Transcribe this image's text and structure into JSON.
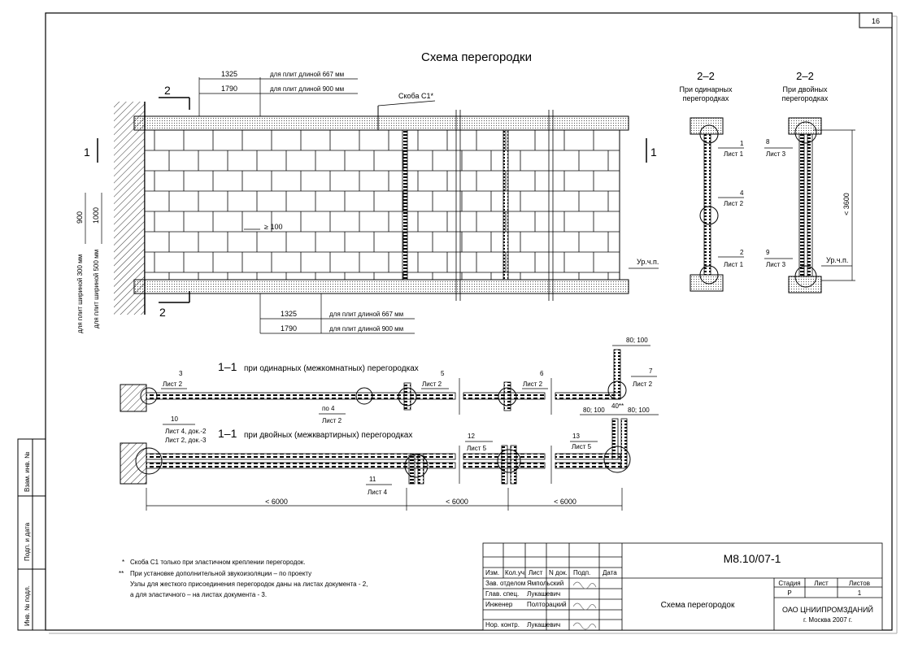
{
  "sheet_number": "16",
  "title": "Схема перегородки",
  "top_dims": {
    "d1": "1325",
    "d1_note": "для плит длиной 667 мм",
    "d2": "1790",
    "d2_note": "для плит длиной 900 мм"
  },
  "bottom_dims": {
    "d1": "1325",
    "d1_note": "для плит длиной 667 мм",
    "d2": "1790",
    "d2_note": "для плит длиной 900 мм"
  },
  "bracket_label": "Скоба С1*",
  "section_mark_2": "2",
  "section_mark_1": "1",
  "vertical_dims": {
    "v900": "900",
    "v1000": "1000",
    "note_300": "для плит шириной 300 мм",
    "note_500": "для плит шириной 500 мм"
  },
  "min_dim": "≥ 100",
  "floor_level": "Ур.ч.п.",
  "section_single": {
    "title": "2–2",
    "subtitle1": "При одинарных",
    "subtitle2": "перегородках",
    "c1": "1",
    "c1_sheet": "Лист 1",
    "c4": "4",
    "c4_sheet": "Лист 2",
    "c2": "2",
    "c2_sheet": "Лист 1"
  },
  "section_double": {
    "title": "2–2",
    "subtitle1": "При двойных",
    "subtitle2": "перегородках",
    "c8": "8",
    "c8_sheet": "Лист 3",
    "c9": "9",
    "c9_sheet": "Лист 3",
    "height_dim": "< 3600"
  },
  "plan_single": {
    "label": "1–1",
    "text": "при одинарных (межкомнатных) перегородках",
    "c3": "3",
    "c3_sheet": "Лист 2",
    "c5": "5",
    "c5_sheet": "Лист 2",
    "c6": "6",
    "c6_sheet": "Лист 2",
    "c7": "7",
    "c7_sheet": "Лист 2",
    "po4": "по 4",
    "po4_sheet": "Лист 2",
    "dim_80": "80; 100"
  },
  "plan_double": {
    "label": "1–1",
    "text": "при двойных (межквартирных) перегородках",
    "c10": "10",
    "c10_sheet1": "Лист 4, док.-2",
    "c10_sheet2": "Лист 2, док.-3",
    "c11": "11",
    "c11_sheet": "Лист 4",
    "c12": "12",
    "c12_sheet": "Лист 5",
    "c13": "13",
    "c13_sheet": "Лист 5",
    "dim_a": "80; 100",
    "dim_b": "40**",
    "dim_c": "80; 100",
    "span1": "< 6000",
    "span2": "< 6000",
    "span3": "< 6000"
  },
  "notes": {
    "n1_mark": "*",
    "n1": "Скоба С1 только при эластичном креплении перегородок.",
    "n2_mark": "**",
    "n2_line1": "При установке дополнительной звукоизоляции – по проекту",
    "n2_line2": "Узлы для жесткого присоединения перегородок даны на листах  документа - 2,",
    "n2_line3": "а для эластичного – на листах  документа - 3."
  },
  "side_stamp": {
    "f1": "Взам. инв. №",
    "f2": "Подп. и дата",
    "f3": "Инв. № подл."
  },
  "title_block": {
    "code": "М8.10/07-1",
    "headers": [
      "Изм.",
      "Кол.уч.",
      "Лист",
      "N док.",
      "Подп.",
      "Дата"
    ],
    "rows": [
      {
        "role": "Зав. отделом",
        "name": "Ямпольский"
      },
      {
        "role": "Глав. спец.",
        "name": "Лукашевич"
      },
      {
        "role": "Инженер",
        "name": "Полторацкий"
      },
      {
        "role": "",
        "name": ""
      },
      {
        "role": "Нор. контр.",
        "name": "Лукашевич"
      }
    ],
    "doc_title": "Схема перегородок",
    "stage_label": "Стадия",
    "sheet_label": "Лист",
    "sheets_label": "Листов",
    "stage": "Р",
    "sheet": "",
    "sheets": "1",
    "org1": "ОАО ЦНИИПРОМЗДАНИЙ",
    "org2": "г. Москва 2007 г."
  }
}
